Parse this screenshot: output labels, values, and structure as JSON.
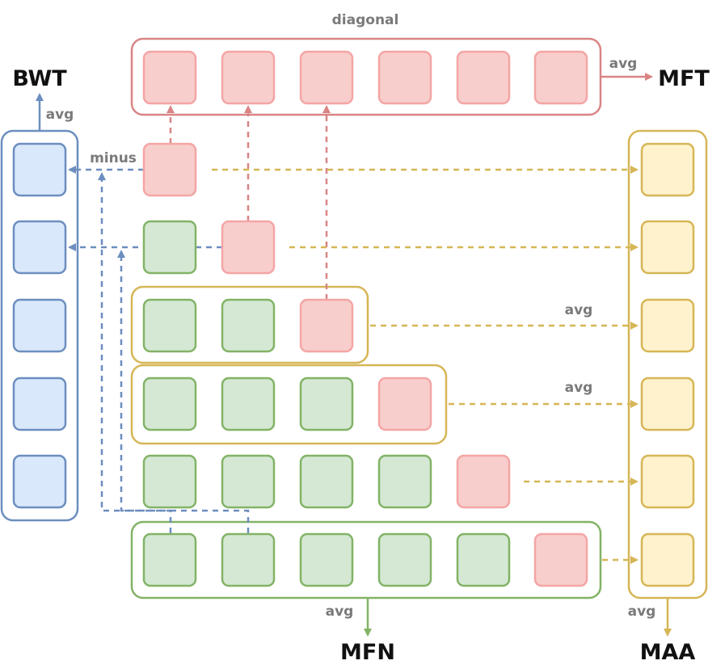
{
  "labels": {
    "diagonal": "diagonal",
    "minus": "minus",
    "avg_bwt": "avg",
    "avg_mft": "avg",
    "avg_row3": "avg",
    "avg_row4": "avg",
    "avg_mfn": "avg",
    "avg_maa": "avg"
  },
  "metrics": {
    "bwt": "BWT",
    "mft": "MFT",
    "mfn": "MFN",
    "maa": "MAA"
  },
  "matrix": {
    "rows": [
      [
        "red"
      ],
      [
        "green",
        "red"
      ],
      [
        "green",
        "green",
        "red"
      ],
      [
        "green",
        "green",
        "green",
        "red"
      ],
      [
        "green",
        "green",
        "green",
        "green",
        "red"
      ],
      [
        "green",
        "green",
        "green",
        "green",
        "green",
        "red"
      ]
    ]
  },
  "colors": {
    "red_fill": "#f8cecc",
    "red_stroke": "#f4a5a5",
    "green_fill": "#d5e8d4",
    "green_stroke": "#82b366",
    "blue_fill": "#dae8fc",
    "blue_stroke": "#6c8ebf",
    "yellow_fill": "#fff2cc",
    "yellow_stroke": "#d6b656",
    "diag_stroke": "#d98585"
  }
}
